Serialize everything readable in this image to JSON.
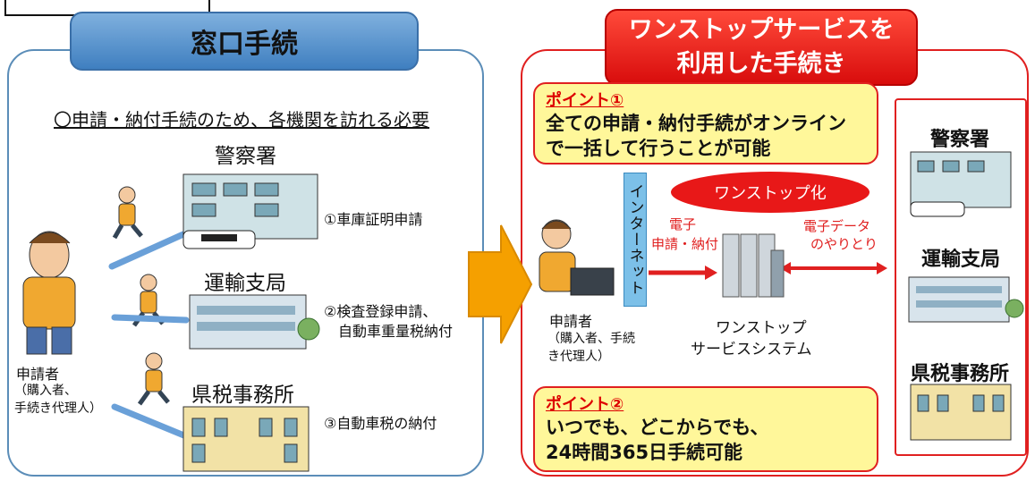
{
  "left": {
    "header": "窓口手続",
    "requirement": "〇申請・納付手続のため、各機関を訪れる必要",
    "applicant_lines": [
      "申請者",
      "（購入者、",
      "手続き代理人）"
    ],
    "offices": [
      {
        "name": "警察署",
        "step": "①車庫証明申請"
      },
      {
        "name": "運輸支局",
        "step_lines": [
          "②検査登録申請、",
          "自動車重量税納付"
        ]
      },
      {
        "name": "県税事務所",
        "step": "③自動車税の納付"
      }
    ]
  },
  "right": {
    "header_lines": [
      "ワンストップサービスを",
      "利用した手続き"
    ],
    "point1": {
      "label": "ポイント①",
      "lines": [
        "全ての申請・納付手続がオンライン",
        "で一括して行うことが可能"
      ]
    },
    "point2": {
      "label": "ポイント②",
      "lines": [
        "いつでも、どこからでも、",
        "24時間365日手続可能"
      ]
    },
    "badge": "ワンストップ化",
    "internet": "インターネット",
    "e_payment_lines": [
      "電子",
      "申請・納付"
    ],
    "e_data_lines": [
      "電子データ",
      "のやりとり"
    ],
    "applicant_lines": [
      "申請者",
      "（購入者、手続",
      "き代理人）"
    ],
    "system_lines": [
      "ワンストップ",
      "サービスシステム"
    ],
    "agencies": [
      "警察署",
      "運輸支局",
      "県税事務所"
    ]
  },
  "colors": {
    "blue_accent": "#5b8db8",
    "red_accent": "#e02020",
    "yellow_note": "#fff79a",
    "arrow_orange": "#f5a000"
  }
}
